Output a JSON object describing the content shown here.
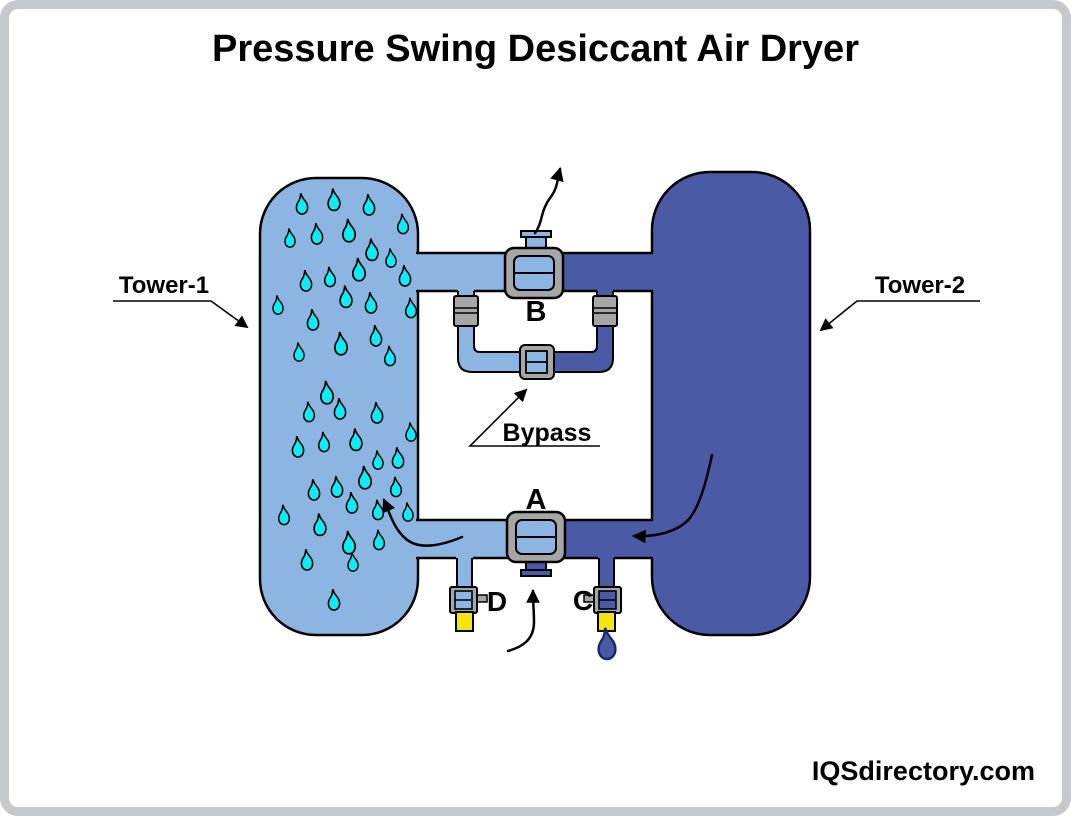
{
  "title": "Pressure Swing Desiccant Air Dryer",
  "watermark": "IQSdirectory.com",
  "diagram": {
    "labels": {
      "tower1": "Tower-1",
      "tower2": "Tower-2",
      "valve_a": "A",
      "valve_b": "B",
      "valve_c": "C",
      "valve_d": "D",
      "bypass": "Bypass"
    },
    "colors": {
      "tower1_fill": "#8db5e2",
      "tower2_fill": "#4b5aa5",
      "droplet_cyan": "#0cecf5",
      "valve_gray": "#a6a6a6",
      "drain_yellow": "#f2e70d",
      "outline_black": "#000000",
      "frame_border_gray": "#c6c9cc",
      "background": "#ffffff"
    },
    "tower1_droplets": [
      [
        302,
        206,
        1.0
      ],
      [
        334,
        202,
        1.05
      ],
      [
        369,
        207,
        1.0
      ],
      [
        290,
        240,
        0.9
      ],
      [
        317,
        236,
        1.0
      ],
      [
        349,
        233,
        1.1
      ],
      [
        403,
        226,
        0.95
      ],
      [
        372,
        252,
        1.05
      ],
      [
        391,
        260,
        0.9
      ],
      [
        306,
        283,
        1.0
      ],
      [
        330,
        279,
        0.95
      ],
      [
        359,
        272,
        1.1
      ],
      [
        405,
        278,
        1.0
      ],
      [
        278,
        307,
        0.9
      ],
      [
        346,
        299,
        1.05
      ],
      [
        371,
        305,
        1.0
      ],
      [
        411,
        310,
        0.95
      ],
      [
        313,
        322,
        1.0
      ],
      [
        299,
        354,
        0.9
      ],
      [
        341,
        346,
        1.1
      ],
      [
        376,
        338,
        1.0
      ],
      [
        390,
        358,
        0.95
      ],
      [
        327,
        395,
        1.1
      ],
      [
        309,
        414,
        0.95
      ],
      [
        340,
        411,
        1.0
      ],
      [
        377,
        415,
        1.0
      ],
      [
        411,
        434,
        0.9
      ],
      [
        298,
        449,
        1.0
      ],
      [
        324,
        444,
        0.95
      ],
      [
        356,
        442,
        1.05
      ],
      [
        378,
        462,
        0.9
      ],
      [
        398,
        460,
        1.0
      ],
      [
        284,
        517,
        0.95
      ],
      [
        314,
        492,
        1.0
      ],
      [
        337,
        489,
        1.0
      ],
      [
        365,
        480,
        1.1
      ],
      [
        396,
        489,
        0.95
      ],
      [
        408,
        514,
        0.9
      ],
      [
        320,
        527,
        1.05
      ],
      [
        352,
        505,
        1.0
      ],
      [
        378,
        512,
        0.95
      ],
      [
        307,
        562,
        1.0
      ],
      [
        349,
        545,
        1.1
      ],
      [
        379,
        542,
        0.95
      ],
      [
        353,
        564,
        0.9
      ],
      [
        334,
        602,
        1.0
      ]
    ],
    "condensate_droplet": [
      607,
      647,
      1.5
    ]
  }
}
